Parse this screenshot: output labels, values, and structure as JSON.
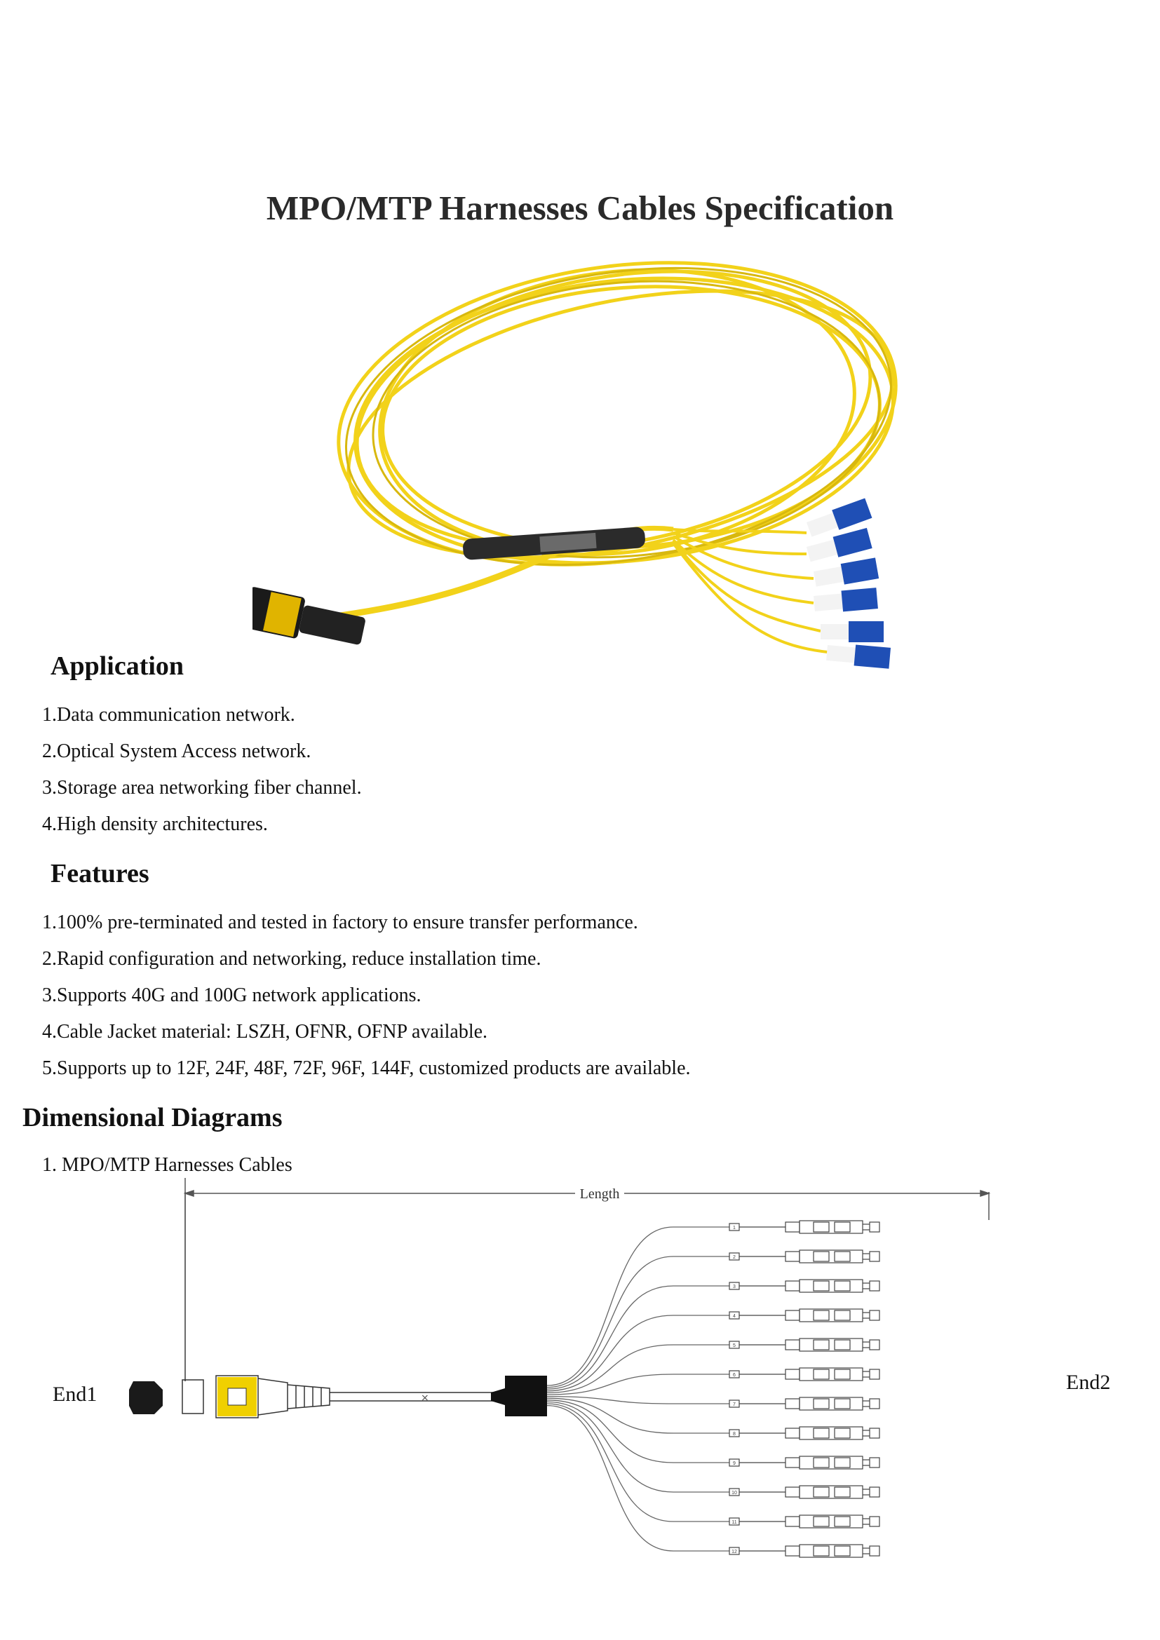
{
  "title": "MPO/MTP Harnesses Cables Specification",
  "application": {
    "heading": "Application",
    "items": [
      "1.Data communication network.",
      "2.Optical System Access network.",
      "3.Storage area networking fiber channel.",
      "4.High density architectures."
    ]
  },
  "features": {
    "heading": "Features",
    "items": [
      "1.100% pre-terminated and tested in factory to ensure transfer performance.",
      "2.Rapid configuration and networking, reduce installation time.",
      "3.Supports 40G and 100G network applications.",
      "4.Cable Jacket material: LSZH, OFNR, OFNP available.",
      "5.Supports up to 12F, 24F, 48F, 72F, 96F, 144F, customized products are available."
    ]
  },
  "dimensional": {
    "heading": "Dimensional Diagrams",
    "subheading": "1. MPO/MTP Harnesses Cables",
    "length_label": "Length",
    "end1_label": "End1",
    "end2_label": "End2",
    "fiber_numbers": [
      "1",
      "2",
      "3",
      "4",
      "5",
      "6",
      "7",
      "8",
      "9",
      "10",
      "11",
      "12"
    ]
  },
  "colors": {
    "cable_yellow": "#f2d21a",
    "connector_blue": "#1f4fb5",
    "mpo_black": "#1a1a1a",
    "mpo_yellow": "#e0b400",
    "line_gray": "#555555"
  }
}
